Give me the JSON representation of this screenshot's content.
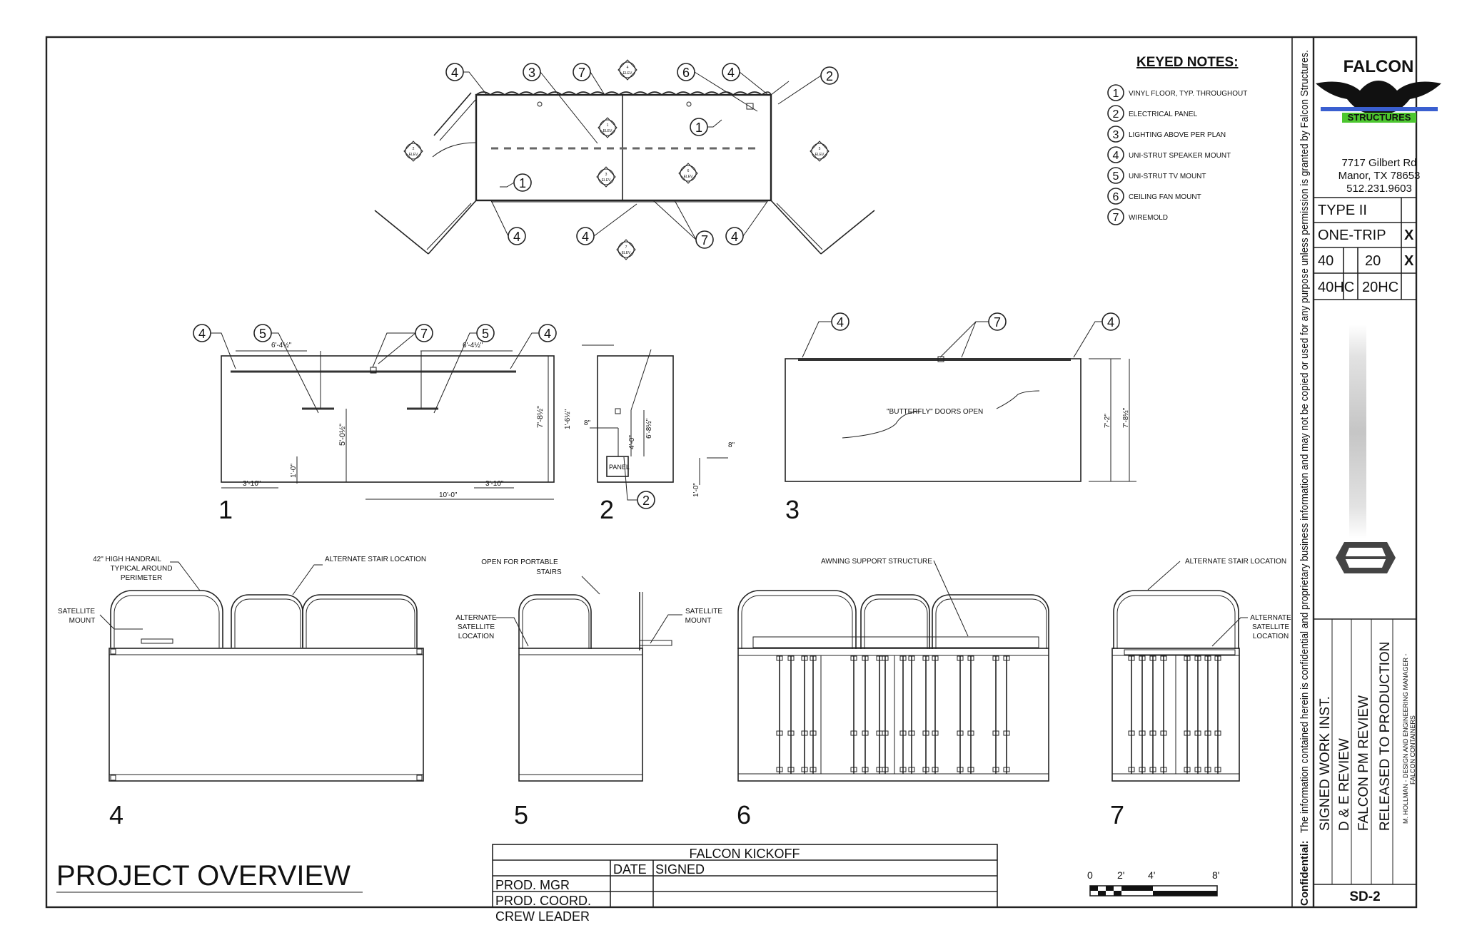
{
  "sheet": {
    "title": "PROJECT OVERVIEW",
    "sheet_number": "SD-2",
    "confidential_label": "Confidential:",
    "confidential_text": "The information contained herein is confidential and proprietary business information and may not be copied or used for any purpose unless permission is granted by Falcon Structures."
  },
  "company": {
    "logo_top": "FALCON",
    "logo_bottom": "STRUCTURES",
    "address1": "7717 Gilbert Rd",
    "address2": "Manor, TX 78653",
    "phone": "512.231.9603",
    "brand_blue": "#3a5fd0",
    "brand_green": "#4cc62f"
  },
  "spec_table": {
    "type": "TYPE II",
    "one_trip": "ONE-TRIP",
    "one_trip_mark": "X",
    "size_40": "40",
    "size_20": "20",
    "size_20_mark": "X",
    "size_40hc": "40HC",
    "size_20hc": "20HC"
  },
  "revisions": [
    "SIGNED WORK INST.",
    "D & E REVIEW",
    "FALCON PM REVIEW",
    "RELEASED TO PRODUCTION"
  ],
  "approver_line1": "M. HOLLMAN - DESIGN AND ENGINEERING MANAGER -",
  "approver_line2": "FALCON CONTAINERS",
  "keyed_notes": {
    "title": "KEYED NOTES:",
    "items": [
      {
        "num": "1",
        "text": "VINYL FLOOR, TYP. THROUGHOUT"
      },
      {
        "num": "2",
        "text": "ELECTRICAL PANEL"
      },
      {
        "num": "3",
        "text": "LIGHTING ABOVE PER PLAN"
      },
      {
        "num": "4",
        "text": "UNI-STRUT SPEAKER MOUNT"
      },
      {
        "num": "5",
        "text": "UNI-STRUT TV MOUNT"
      },
      {
        "num": "6",
        "text": "CEILING FAN MOUNT"
      },
      {
        "num": "7",
        "text": "WIREMOLD"
      }
    ]
  },
  "kickoff": {
    "title": "FALCON KICKOFF",
    "col_date": "DATE",
    "col_signed": "SIGNED",
    "rows": [
      "PROD. MGR",
      "PROD. COORD.",
      "CREW LEADER"
    ]
  },
  "scale_bar": {
    "labels": [
      "0",
      "2'",
      "4'",
      "8'"
    ]
  },
  "plan": {
    "elev_tag": "ELEV",
    "elev_nums": [
      "4",
      "1",
      "2",
      "5",
      "3",
      "6",
      "7"
    ]
  },
  "views": {
    "v1": {
      "num": "1",
      "dims": [
        "6'-4½\"",
        "6'-4½\"",
        "7'-8½\"",
        "5'-0½\"",
        "3'-10\"",
        "1'-0\"",
        "10'-0\"",
        "3'-10\""
      ]
    },
    "v2": {
      "num": "2",
      "panel": "PANEL",
      "dims": [
        "1'-6½\"",
        "8\"",
        "6'-8½\"",
        "4'-0\"",
        "8\"",
        "1'-0\""
      ]
    },
    "v3": {
      "num": "3",
      "note": "\"BUTTERFLY\" DOORS OPEN",
      "dims": [
        "7'-2\"",
        "7'-8½\""
      ]
    },
    "v4": {
      "num": "4",
      "notes": [
        "42\" HIGH HANDRAIL",
        "TYPICAL AROUND",
        "PERIMETER",
        "ALTERNATE STAIR LOCATION",
        "SATELLITE",
        "MOUNT"
      ]
    },
    "v5": {
      "num": "5",
      "notes": [
        "OPEN FOR PORTABLE",
        "STAIRS",
        "ALTERNATE",
        "SATELLITE",
        "LOCATION",
        "SATELLITE",
        "MOUNT"
      ]
    },
    "v6": {
      "num": "6",
      "notes": [
        "AWNING SUPPORT STRUCTURE"
      ]
    },
    "v7": {
      "num": "7",
      "notes": [
        "ALTERNATE STAIR LOCATION",
        "ALTERNATE",
        "SATELLITE",
        "LOCATION"
      ]
    }
  }
}
